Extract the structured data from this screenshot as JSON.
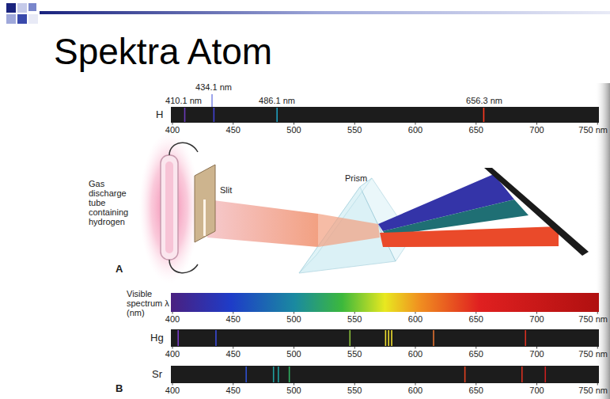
{
  "diagram": {
    "title": "Spektra Atom",
    "labels": [
      "434.1 nm",
      "410.1 nm",
      "486.1 nm",
      "656.3 nm",
      "H",
      "400",
      "450",
      "500",
      "550",
      "600",
      "650",
      "700",
      "750 nm",
      "Gas discharge tube containing hydrogen",
      "Slit",
      "Prism",
      "A",
      "Visible spectrum λ (nm)",
      "400",
      "450",
      "500",
      "550",
      "600",
      "650",
      "700",
      "750 nm",
      "Hg",
      "400",
      "450",
      "500",
      "550",
      "600",
      "650",
      "700",
      "750 nm",
      "Sr",
      "400",
      "450",
      "500",
      "550",
      "600",
      "650",
      "700",
      "750 nm",
      "B"
    ]
  }
}
